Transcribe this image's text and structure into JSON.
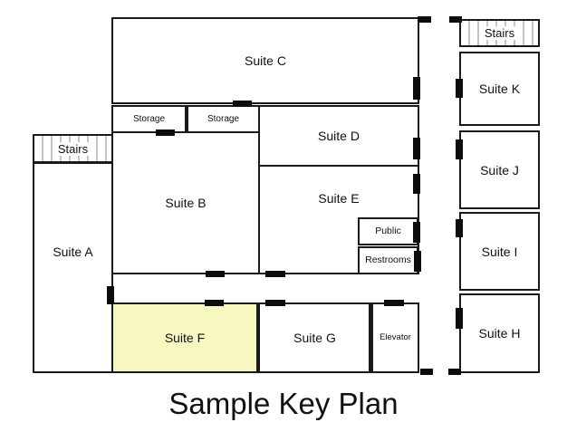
{
  "title": "Sample Key Plan",
  "colors": {
    "wall": "#1a1a1a",
    "hatch": "#c4c4c4",
    "highlight": "#F7F7C0"
  },
  "rooms": {
    "suite_c": "Suite C",
    "storage_1": "Storage",
    "storage_2": "Storage",
    "suite_d": "Suite D",
    "suite_b": "Suite B",
    "suite_e": "Suite E",
    "public": "Public",
    "restrooms": "Restrooms",
    "stairs_left": "Stairs",
    "suite_a": "Suite A",
    "suite_f": "Suite F",
    "suite_g": "Suite G",
    "elevator": "Elevator",
    "stairs_right": "Stairs",
    "suite_k": "Suite K",
    "suite_j": "Suite J",
    "suite_i": "Suite I",
    "suite_h": "Suite H"
  }
}
